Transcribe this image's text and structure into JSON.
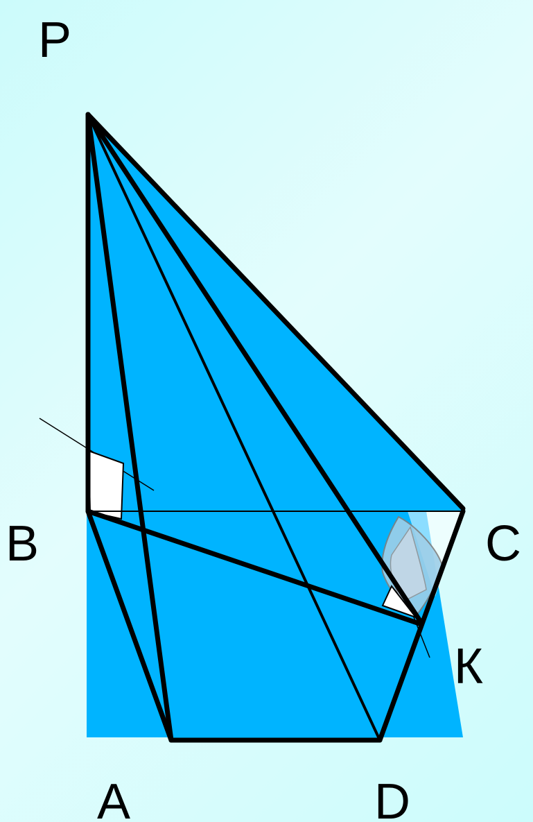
{
  "diagram": {
    "vertices": {
      "P": "P",
      "B": "B",
      "C": "C",
      "K": "К",
      "A": "A",
      "D": "D"
    },
    "colors": {
      "background": "#ccfcfc",
      "plane_fill": "#00b4ff",
      "face_fill": "#00b4ff",
      "edge": "#000000",
      "right_angle_mark": "#ffffff"
    }
  }
}
